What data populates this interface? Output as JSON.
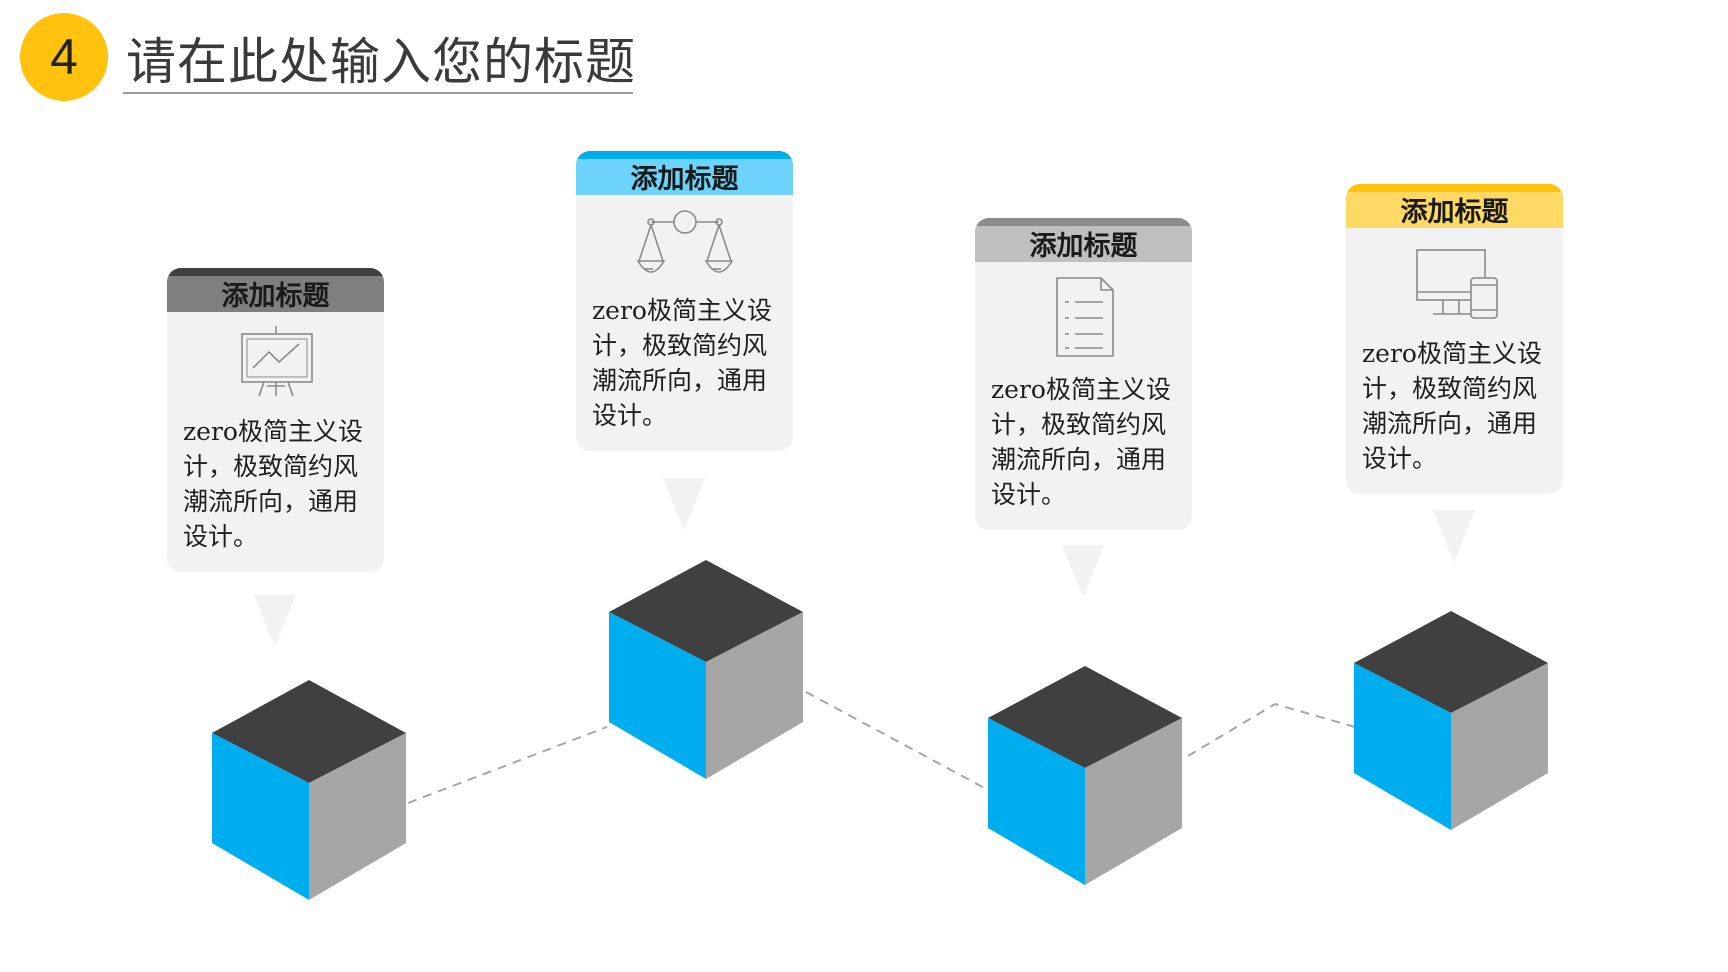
{
  "header": {
    "badge_number": "4",
    "title": "请在此处输入您的标题",
    "accent_color": "#FFC20E"
  },
  "colors": {
    "cube_top": "#404040",
    "cube_left": "#00AEEF",
    "cube_right": "#A6A6A6",
    "card_bg": "#F2F2F2",
    "connector": "#A6A6A6"
  },
  "steps": [
    {
      "title": "添加标题",
      "text": "zero极简主义设计，极致简约风潮流所向，通用设计。",
      "header_color": "#7F7F7F",
      "band_color": "#404040",
      "icon": "presentation-board-icon"
    },
    {
      "title": "添加标题",
      "text": "zero极简主义设计，极致简约风潮流所向，通用设计。",
      "header_color": "#6DD3FA",
      "band_color": "#00AEEF",
      "icon": "balance-scale-icon"
    },
    {
      "title": "添加标题",
      "text": "zero极简主义设计，极致简约风潮流所向，通用设计。",
      "header_color": "#BFBFBF",
      "band_color": "#8C8C8C",
      "icon": "document-icon"
    },
    {
      "title": "添加标题",
      "text": "zero极简主义设计，极致简约风潮流所向，通用设计。",
      "header_color": "#FFD966",
      "band_color": "#FFC20E",
      "icon": "devices-icon"
    }
  ]
}
